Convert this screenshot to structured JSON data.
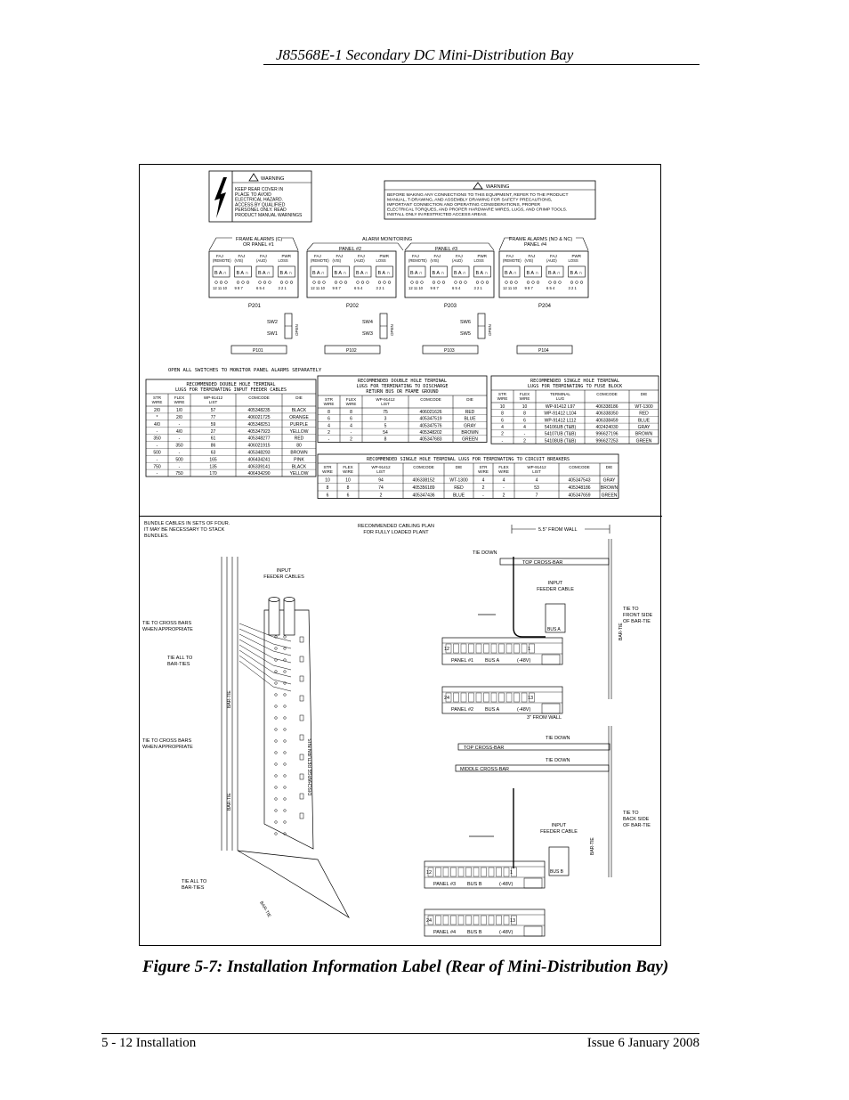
{
  "header": {
    "title": "J85568E-1 Secondary DC Mini-Distribution Bay"
  },
  "label": {
    "warning_left": {
      "heading": "WARNING",
      "lines": [
        "KEEP REAR COVER IN",
        "PLACE TO AVOID",
        "ELECTRICAL HAZARD.",
        "ACCESS BY QUALIFIED",
        "PERSONEL ONLY. READ",
        "PRODUCT MANUAL WARNINGS"
      ]
    },
    "warning_right": {
      "heading": "WARNING",
      "lines": [
        "BEFORE MAKING ANY CONNECTIONS TO THIS EQUIPMENT, REFER TO THE PRODUCT",
        "MANUAL, T-DRAWING, AND ASSEMBLY DRAWING FOR SAFETY PRECAUTIONS,",
        "IMPORTANT CONNECTION AND OPERATING CONSIDERATIONS, PROPER",
        "ELECTRICAL TORQUES, AND PROPER HARDWARE WIRES, LUGS, AND CRIMP TOOLS.",
        "INSTALL ONLY IN RESTRICTED ACCESS AREAS."
      ]
    },
    "alarm_monitoring": "ALARM MONITORING",
    "frame_alarms_left": [
      "FRAME ALARMS (C)",
      "OR PANEL #1"
    ],
    "frame_alarms_right": [
      "FRAME ALARMS (NO & NC)",
      "PANEL #4"
    ],
    "panel2": "PANEL #2",
    "panel3": "PANEL #3",
    "alarm_cols": [
      [
        "FAJ",
        "(REMOTE)"
      ],
      [
        "FAJ",
        "(VIS)"
      ],
      [
        "FAJ",
        "(AUD)"
      ],
      [
        "PWR",
        "LOSS"
      ]
    ],
    "terminal_labels": "B A ∩",
    "pin_groups": [
      "12 11 10",
      "9 8 7",
      "6 5 4",
      "3 2 1"
    ],
    "connectors": [
      "P201",
      "P202",
      "P203",
      "P204"
    ],
    "switches": [
      [
        "SW2",
        "SW1"
      ],
      [
        "SW4",
        "SW3"
      ],
      [
        "SW6",
        "SW5"
      ]
    ],
    "open_label": "OPEN",
    "plugs": [
      "P101",
      "P102",
      "P103",
      "P104"
    ],
    "open_all": "OPEN ALL SWITCHES TO MONITOR PANEL ALARMS SEPARATELY",
    "table_input": {
      "title": [
        "RECOMMENDED DOUBLE HOLE TERMINAL",
        "LUGS FOR TERMINATING INPUT FEEDER CABLES"
      ],
      "headers": [
        "STR WIRE",
        "FLEX WIRE",
        "WP-91412 LIST",
        "COMCODE",
        "DIE"
      ],
      "rows": [
        [
          "2/0",
          "1/0",
          "57",
          "405348235",
          "BLACK"
        ],
        [
          "*",
          "2/0",
          "77",
          "406021725",
          "ORANGE"
        ],
        [
          "4/0",
          "-",
          "59",
          "405348251",
          "PURPLE"
        ],
        [
          "-",
          "4/0",
          "27",
          "405347923",
          "YELLOW"
        ],
        [
          "350",
          "-",
          "61",
          "405348277",
          "RED"
        ],
        [
          "-",
          "350",
          "86",
          "406021915",
          "80"
        ],
        [
          "500",
          "-",
          "63",
          "405348293",
          "BROWN"
        ],
        [
          "-",
          "500",
          "165",
          "406434241",
          "PINK"
        ],
        [
          "750",
          "-",
          "135",
          "406339141",
          "BLACK"
        ],
        [
          "-",
          "750",
          "170",
          "406434290",
          "YELLOW"
        ]
      ]
    },
    "table_discharge": {
      "title": [
        "RECOMMENDED DOUBLE HOLE TERMINAL",
        "LUGS FOR TERMINATING TO DISCHARGE",
        "RETURN BUS OR FRAME GROUND"
      ],
      "headers": [
        "STR WIRE",
        "FLEX WIRE",
        "WP-91412 LIST",
        "COMCODE",
        "DIE"
      ],
      "rows": [
        [
          "8",
          "8",
          "75",
          "406021626",
          "RED"
        ],
        [
          "6",
          "6",
          "3",
          "405347519",
          "BLUE"
        ],
        [
          "4",
          "4",
          "5",
          "405347576",
          "GRAY"
        ],
        [
          "2",
          "-",
          "54",
          "405348202",
          "BROWN"
        ],
        [
          "-",
          "2",
          "8",
          "405347683",
          "GREEN"
        ]
      ]
    },
    "table_fuse": {
      "title": [
        "RECOMMENDED SINGLE HOLE TERMINAL",
        "LUGS FOR TERMINATING TO FUSE BLOCK"
      ],
      "headers": [
        "STR WIRE",
        "FLEX WIRE",
        "TERMINAL LUG",
        "COMCODE",
        "DIE"
      ],
      "rows": [
        [
          "10",
          "10",
          "WP-91412 L97",
          "406338186",
          "WT-1300"
        ],
        [
          "8",
          "8",
          "WP-91412 L104",
          "406338350",
          "RED"
        ],
        [
          "6",
          "6",
          "WP-91412 L112",
          "406338459",
          "BLUE"
        ],
        [
          "4",
          "4",
          "54106UB (T&B)",
          "402424030",
          "GRAY"
        ],
        [
          "2",
          "-",
          "54107UB (T&B)",
          "996627196",
          "BROWN"
        ],
        [
          "-",
          "2",
          "54108UB (T&B)",
          "996627253",
          "GREEN"
        ]
      ]
    },
    "table_breaker": {
      "title": "RECOMMENDED SINGLE HOLE TERMINAL LUGS FOR TERMINATING TO CIRCUIT BREAKERS",
      "headers": [
        "STR WIRE",
        "FLEX WIRE",
        "WP-91412 LIST",
        "COMCODE",
        "DIE",
        "STR WIRE",
        "FLEX WIRE",
        "WP-91412 LIST",
        "COMCODE",
        "DIE"
      ],
      "rows": [
        [
          "10",
          "10",
          "94",
          "406338152",
          "WT-1300",
          "4",
          "4",
          "4",
          "405347543",
          "GRAY"
        ],
        [
          "8",
          "8",
          "74",
          "405356189",
          "RED",
          "2",
          "-",
          "53",
          "405348186",
          "BROWN"
        ],
        [
          "6",
          "6",
          "2",
          "405347436",
          "BLUE",
          "-",
          "2",
          "7",
          "405347659",
          "GREEN"
        ]
      ]
    }
  },
  "cabling": {
    "bundle_note": [
      "BUNDLE CABLES IN SETS OF FOUR.",
      "IT MAY BE NECESSARY TO STACK",
      "BUNDLES."
    ],
    "plan_note": [
      "RECOMMENDED CABLING PLAN",
      "FOR FULLY LOADED PLANT"
    ],
    "input_feeder_cables": [
      "INPUT",
      "FEEDER CABLES"
    ],
    "tie_cross_1": [
      "TIE TO CROSS BARS",
      "WHEN APPROPRIATE"
    ],
    "tie_all_1": [
      "TIE ALL TO",
      "BAR-TIES"
    ],
    "tie_cross_2": [
      "TIE TO CROSS BARS",
      "WHEN APPROPRIATE"
    ],
    "tie_all_2": [
      "TIE ALL TO",
      "BAR-TIES"
    ],
    "bar_tie": "BAR-TIE",
    "discharge_bus": "DISCHARGE RETURN BUS",
    "from_wall_55": "5.5\" FROM WALL",
    "from_wall_3": "3\" FROM WALL",
    "tie_down": "TIE DOWN",
    "top_cross_bar": "TOP CROSS-BAR",
    "middle_cross_bar": "MIDDLE CROSS-BAR",
    "input_feeder_cable": [
      "INPUT",
      "FEEDER CABLE"
    ],
    "bus_a": "BUS A",
    "bus_b": "BUS B",
    "tie_front": [
      "TIE TO",
      "FRONT SIDE",
      "OF BAR-TIE"
    ],
    "tie_back": [
      "TIE TO",
      "BACK SIDE",
      "OF BAR-TIE"
    ],
    "panels": [
      {
        "num_left": "12",
        "num_right": "1",
        "label": "PANEL #1",
        "bus": "BUS A",
        "volt": "(-48V)"
      },
      {
        "num_left": "24",
        "num_right": "13",
        "label": "PANEL #2",
        "bus": "BUS A",
        "volt": "(-48V)"
      },
      {
        "num_left": "12",
        "num_right": "1",
        "label": "PANEL #3",
        "bus": "BUS B",
        "volt": "(-48V)"
      },
      {
        "num_left": "24",
        "num_right": "13",
        "label": "PANEL #4",
        "bus": "BUS B",
        "volt": "(-48V)"
      }
    ]
  },
  "caption": "Figure 5-7: Installation Information Label (Rear of Mini-Distribution Bay)",
  "footer": {
    "left": "5 - 12  Installation",
    "right": "Issue 6 January 2008"
  }
}
